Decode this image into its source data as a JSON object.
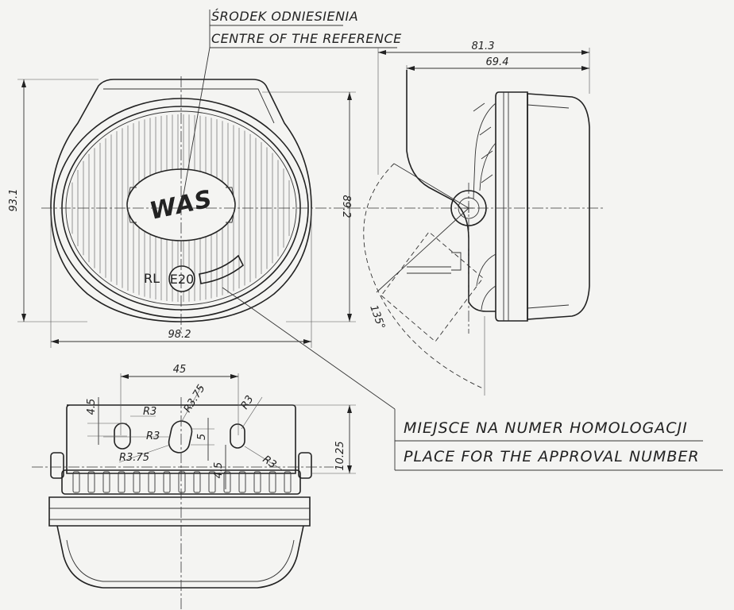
{
  "labels": {
    "reference_pl": "ŚRODEK ODNIESIENIA",
    "reference_en": "CENTRE OF THE REFERENCE",
    "approval_pl": "MIEJSCE NA NUMER HOMOLOGACJI",
    "approval_en": "PLACE FOR THE APPROVAL NUMBER",
    "approval_mark": "E20",
    "approval_prefix": "RL",
    "logo": "WAS"
  },
  "dimensions": {
    "height_total": "93.1",
    "height_lens": "89.2",
    "width_front": "98.2",
    "depth_total": "81.3",
    "depth_body": "69.4",
    "tilt_angle": "135°",
    "slot_spacing": "45",
    "slot_offset_top": "4.5",
    "slot_offset_bottom": "4.5",
    "slot_height": "5",
    "bracket_height": "10.25",
    "radius_left_top": "R3",
    "radius_left_mid": "R3",
    "radius_left_bottom": "R3.75",
    "radius_center": "R3.75",
    "radius_right_top": "R3",
    "radius_right_bottom": "R3"
  }
}
